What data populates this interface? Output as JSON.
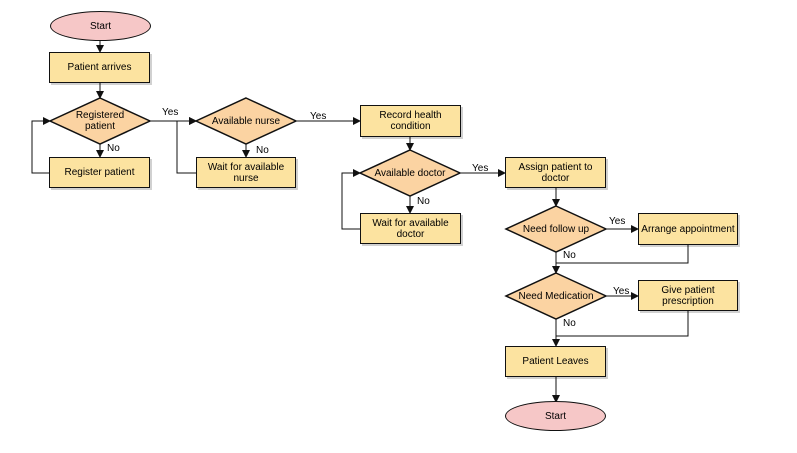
{
  "nodes": {
    "start": "Start",
    "patient_arrives": "Patient arrives",
    "registered_patient": "Registered patient",
    "register_patient": "Register patient",
    "available_nurse": "Available nurse",
    "wait_nurse": "Wait for available nurse",
    "record_health": "Record health condition",
    "available_doctor": "Available doctor",
    "wait_doctor": "Wait for available doctor",
    "assign_doctor": "Assign patient to doctor",
    "need_follow_up": "Need follow up",
    "arrange_appointment": "Arrange appointment",
    "need_medication": "Need Medication",
    "give_prescription": "Give patient prescription",
    "patient_leaves": "Patient Leaves",
    "end": "Start"
  },
  "edge_labels": {
    "yes": "Yes",
    "no": "No"
  },
  "colors": {
    "process_fill": "#fce3a0",
    "decision_fill": "#fbd3a2",
    "terminal_fill": "#f6c7c7",
    "stroke": "#111111"
  }
}
